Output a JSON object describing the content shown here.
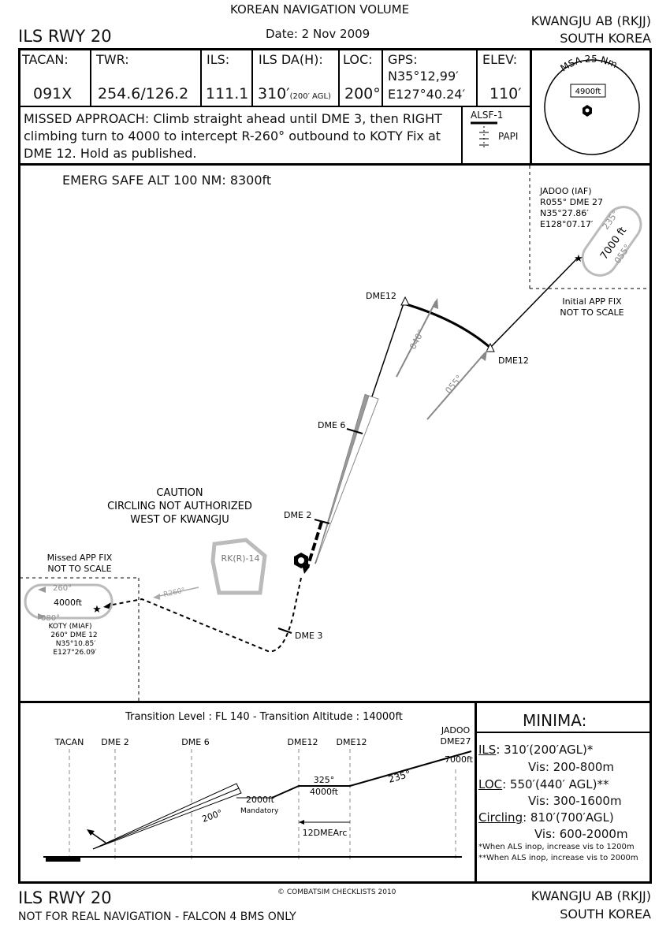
{
  "header": {
    "volume": "KOREAN NAVIGATION VOLUME",
    "chart_title": "ILS RWY 20",
    "date": "Date: 2 Nov 2009",
    "airport": "KWANGJU AB (RKJJ)",
    "country": "SOUTH KOREA"
  },
  "info_row": {
    "tacan_label": "TACAN:",
    "tacan_value": "091X",
    "twr_label": "TWR:",
    "twr_value": "254.6/126.2",
    "ils_label": "ILS:",
    "ils_value": "111.1",
    "ilsda_label": "ILS DA(H):",
    "ilsda_value": "310′",
    "ilsda_sub": "(200′ AGL)",
    "loc_label": "LOC:",
    "loc_value": "200°",
    "gps_label": "GPS:",
    "gps_lat": "N35°12,99′",
    "gps_lon": "E127°40.24′",
    "elev_label": "ELEV:",
    "elev_value": "110′"
  },
  "msa": {
    "label": "MSA 25 Nm",
    "altitude": "4900ft"
  },
  "missed_approach": {
    "line1": "MISSED APPROACH: Climb straight ahead until DME 3, then RIGHT",
    "line2": "climbing turn to 4000 to intercept R-260° outbound to KOTY Fix at",
    "line3": "DME 12. Hold as published."
  },
  "lighting": {
    "alsf": "ALSF-1",
    "papi": "PAPI"
  },
  "plan": {
    "emerg": "EMERG SAFE ALT 100 NM: 8300ft",
    "iaf_name": "JADOO (IAF)",
    "iaf_radial": "R055° DME 27",
    "iaf_lat": "N35°27.86′",
    "iaf_lon": "E128°07.17′",
    "iaf_hold_in": "235°",
    "iaf_hold_alt": "7000 ft",
    "iaf_hold_out": "055°",
    "initial_app_fix_1": "Initial APP FIX",
    "initial_app_fix_2": "NOT TO SCALE",
    "dme12_a": "DME12",
    "dme12_b": "DME12",
    "course_040": "040°",
    "course_055": "055°",
    "dme6": "DME 6",
    "dme2": "DME 2",
    "dme3": "DME 3",
    "caution1": "CAUTION",
    "caution2": "CIRCLING NOT AUTHORIZED",
    "caution3": "WEST OF KWANGJU",
    "restricted": "RK(R)-14",
    "r260": "R260°",
    "missed_fix_1": "Missed APP FIX",
    "missed_fix_2": "NOT TO SCALE",
    "miaf_in": "260°",
    "miaf_alt": "4000ft",
    "miaf_out": "080°",
    "miaf_name": "KOTY (MIAF)",
    "miaf_radial": "260° DME 12",
    "miaf_lat": "N35°10.85′",
    "miaf_lon": "E127°26.09′"
  },
  "profile": {
    "transition": "Transition Level : FL 140  -  Transition Altitude : 14000ft",
    "tacan": "TACAN",
    "dme2": "DME 2",
    "dme6": "DME 6",
    "dme12a": "DME12",
    "dme12b": "DME12",
    "jadoo": "JADOO",
    "dme27": "DME27",
    "alt_2000": "2000ft",
    "mandatory": "Mandatory",
    "course_200": "200°",
    "course_325": "325°",
    "alt_4000": "4000ft",
    "course_235": "235°",
    "alt_7000": "7000ft",
    "arc": "12DMEArc"
  },
  "minima": {
    "title": "MINIMA:",
    "ils_label": "ILS",
    "ils_value": ": 310′(200′AGL)*",
    "ils_vis": "Vis: 200-800m",
    "loc_label": "LOC",
    "loc_value": ": 550′(440′ AGL)**",
    "loc_vis": "Vis: 300-1600m",
    "circ_label": "Circling",
    "circ_value": ": 810′(700′AGL)",
    "circ_vis": "Vis: 600-2000m",
    "note1": "*When ALS inop, increase vis to 1200m",
    "note2": "**When ALS inop, increase vis to 2000m"
  },
  "footer": {
    "chart_title": "ILS RWY 20",
    "disclaimer": "NOT FOR REAL NAVIGATION - FALCON 4 BMS ONLY",
    "copyright": "© COMBATSIM CHECKLISTS 2010",
    "airport": "KWANGJU AB (RKJJ)",
    "country": "SOUTH KOREA"
  }
}
